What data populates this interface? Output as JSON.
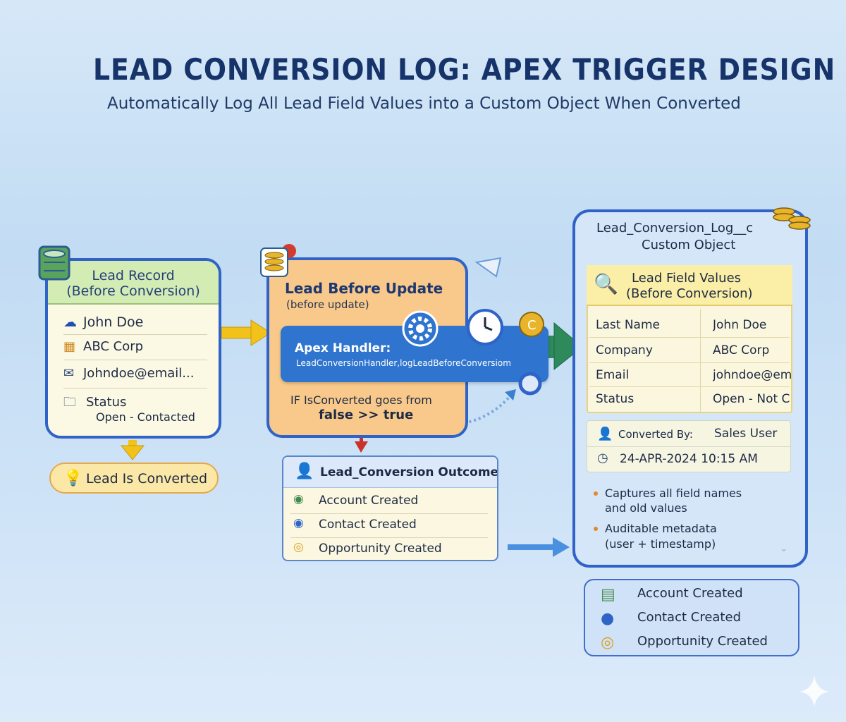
{
  "header": {
    "title": "LEAD CONVERSION LOG: APEX TRIGGER DESIGN",
    "subtitle": "Automatically Log All Lead Field Values into a Custom Object When Converted"
  },
  "lead_record": {
    "title_line1": "Lead Record",
    "title_line2": "(Before Conversion)",
    "name": "John Doe",
    "company": "ABC Corp",
    "email": "Johndoe@email...",
    "status_label": "Status",
    "status_value": "Open - Contacted"
  },
  "lead_converted": {
    "label": "Lead Is Converted"
  },
  "lead_before_update": {
    "title": "Lead Before Update",
    "subtitle": "(before update)",
    "handler_label": "Apex Handler:",
    "handler_method": "LeadConversionHandler,logLeadBeforeConversiom",
    "condition_line1": "IF IsConverted goes from",
    "condition_line2": "false >> true"
  },
  "outcome": {
    "title": "Lead_Conversion Outcome",
    "items": [
      "Account Created",
      "Contact Created",
      "Opportunity Created"
    ]
  },
  "log_object": {
    "title_line1": "Lead_Conversion_Log__c",
    "title_line2": "Custom Object",
    "values_title_line1": "Lead Field Values",
    "values_title_line2": "(Before Conversion)",
    "fields": [
      {
        "label": "Last Name",
        "value": "John Doe"
      },
      {
        "label": "Company",
        "value": "ABC Corp"
      },
      {
        "label": "Email",
        "value": "johndoe@em..."
      },
      {
        "label": "Status",
        "value": "Open - Not C"
      }
    ],
    "converted_by_label": "Converted By:",
    "converted_by_value": "Sales User",
    "timestamp": "24-APR-2024 10:15 AM",
    "notes": [
      {
        "line1": "Captures all field names",
        "line2": "and old values"
      },
      {
        "line1": "Auditable metadata",
        "line2": "(user + timestamp)"
      }
    ]
  },
  "results": {
    "items": [
      "Account Created",
      "Contact Created",
      "Opportunity Created"
    ]
  },
  "colors": {
    "panel_border": "#2f63c8",
    "lead_record_header": "#d3ecb4",
    "lead_before_fill": "#f8c98a",
    "apex_bar": "#2f74cf",
    "arrow_yellow": "#f2c21b",
    "arrow_red": "#c8332a",
    "arrow_green": "#2e8a5a",
    "bullet": "#e28a2a"
  }
}
